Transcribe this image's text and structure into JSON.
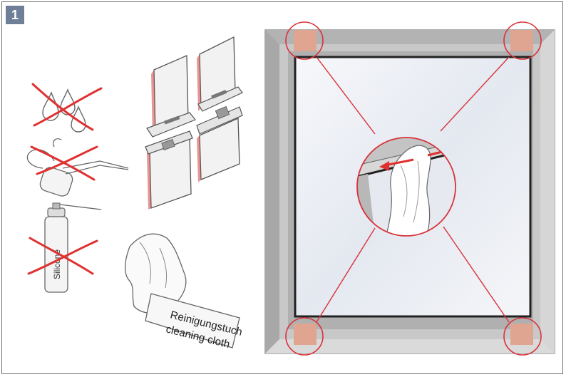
{
  "step_number": "1",
  "spray_can_label": "Silicone",
  "cloth_tag_lines": [
    "Reinigungstuch",
    "cleaning cloth"
  ],
  "colors": {
    "badge": "#6e7f97",
    "prohibition_red": "#e03030",
    "marker_red": "#d8323a",
    "corner_pad": "#e0a590",
    "window_frame": "#bdbdbd",
    "glass": "#eef1f7"
  },
  "icons": [
    "no-water-icon",
    "no-oil-icon",
    "no-silicone-spray-icon",
    "seal-profiles-illustration",
    "cleaning-cloth-illustration",
    "window-cleaning-illustration"
  ]
}
